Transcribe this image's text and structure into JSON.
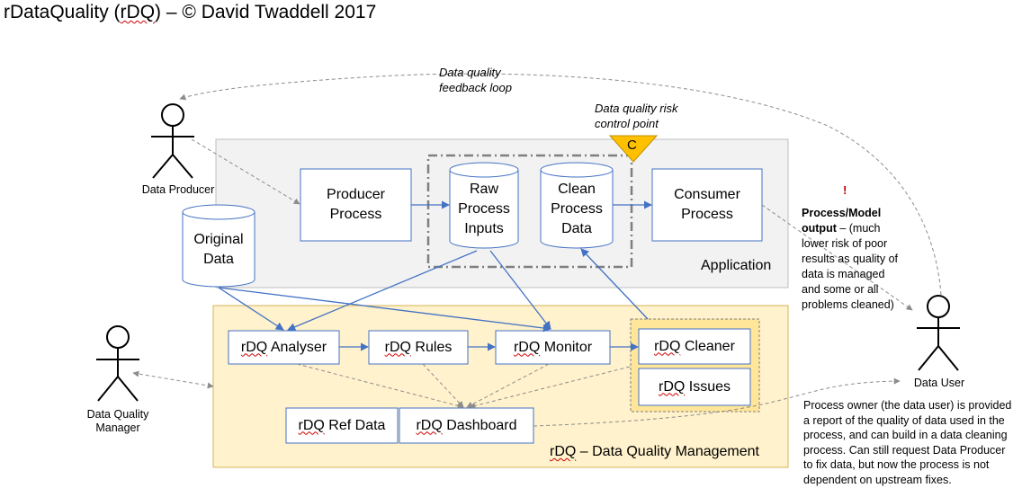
{
  "title": {
    "brand": "rDataQuality",
    "open": " (",
    "abbr": "rDQ",
    "rest": ") – © David Twaddell 2017"
  },
  "annotations": {
    "feedback_line1": "Data quality",
    "feedback_line2": "feedback loop",
    "risk_line1": "Data quality risk",
    "risk_line2": "control point",
    "control_symbol": "C"
  },
  "actors": {
    "producer": "Data Producer",
    "manager_line1": "Data Quality",
    "manager_line2": "Manager",
    "user": "Data User"
  },
  "application": {
    "label": "Application",
    "producer_line1": "Producer",
    "producer_line2": "Process",
    "consumer_line1": "Consumer",
    "consumer_line2": "Process",
    "raw_line1": "Raw",
    "raw_line2": "Process",
    "raw_line3": "Inputs",
    "clean_line1": "Clean",
    "clean_line2": "Process",
    "clean_line3": "Data"
  },
  "original_data": {
    "line1": "Original",
    "line2": "Data"
  },
  "dqm": {
    "label_prefix": "rDQ",
    "label_rest": " – Data Quality Management",
    "prefix": "rDQ",
    "analyser": " Analyser",
    "rules": " Rules",
    "monitor": " Monitor",
    "cleaner": " Cleaner",
    "issues": " Issues",
    "refdata": " Ref Data",
    "dashboard": " Dashboard"
  },
  "notes": {
    "exclamation": "!",
    "output_bold1": "Process/Model",
    "output_bold2": "output",
    "output_rest1": " – (much",
    "output_l3": "lower risk of poor",
    "output_l4": "results as quality of",
    "output_l5": "data is managed",
    "output_l6": "and some or all",
    "output_l7": "problems cleaned)",
    "owner_l1": "Process owner (the data user) is provided",
    "owner_l2": "a report of the quality of data used in the",
    "owner_l3": "process, and can build in a data cleaning",
    "owner_l4": "process. Can still request Data Producer",
    "owner_l5": "to fix data, but now the process is not",
    "owner_l6": "dependent on upstream fixes."
  },
  "colors": {
    "app_fill": "#f2f2f2",
    "dqm_fill": "#fff2cc",
    "dqm_border": "#d6b656",
    "arrow_blue": "#4472c4",
    "dashed_gray": "#8c8c8c",
    "triangle": "#ffc000"
  }
}
